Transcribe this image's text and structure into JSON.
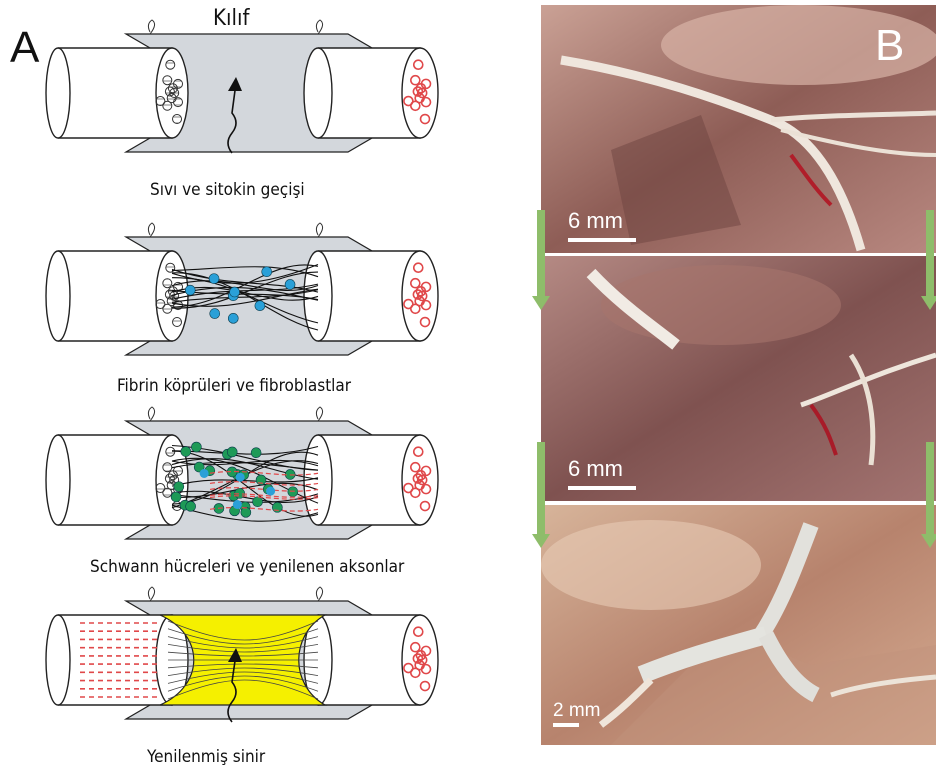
{
  "panel_a": {
    "label": "A",
    "sheath_label": "Kılıf",
    "stages": [
      {
        "caption": "Sıvı ve sitokin geçişi"
      },
      {
        "caption": "Fibrin köprüleri ve fibroblastlar"
      },
      {
        "caption": "Schwann hücreleri ve yenilenen aksonlar"
      },
      {
        "caption": "Yenilenmiş sinir"
      }
    ]
  },
  "panel_b": {
    "label": "B",
    "photos": [
      {
        "scale_label": "6 mm"
      },
      {
        "scale_label": "6 mm"
      },
      {
        "scale_label": "2 mm"
      }
    ]
  },
  "colors": {
    "sheath": "#d3d7dc",
    "red_fascicle": "#e0484a",
    "fibroblast": "#2aa0d8",
    "schwann": "#1e9a57",
    "regenerated_nerve": "#f5f000",
    "arrow_green": "#8ebd6a"
  }
}
